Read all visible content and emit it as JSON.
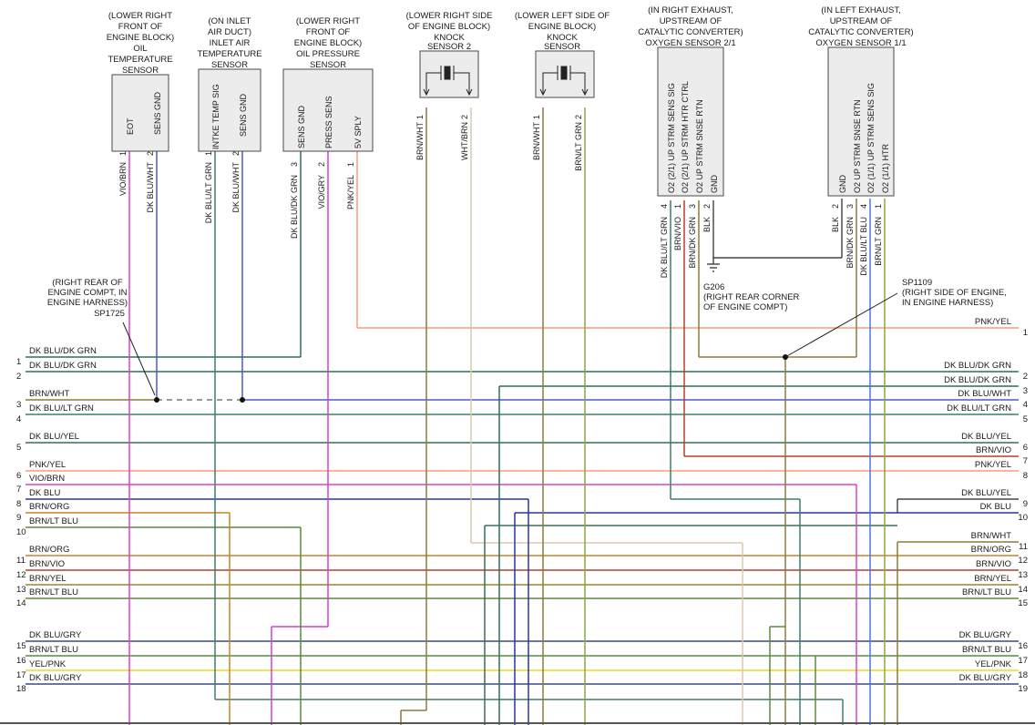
{
  "colors": {
    "DK_BLU_DK_GRN": "#2f6f5f",
    "DK_BLU_LT_GRN": "#3c7f6e",
    "BRN_WHT": "#8c7a3c",
    "DK_BLU_YEL": "#3a6e55",
    "PNK_YEL": "#ff9a7a",
    "VIO_BRN": "#e040c8",
    "DK_BLU": "#2a35a0",
    "BRN_ORG": "#c8832a",
    "BRN_LT_BLU": "#5a8a3c",
    "BRN_VIO": "#b5402a",
    "BRN_YEL": "#9a8a2a",
    "DK_BLU_GRY": "#3a4a7a",
    "YEL_PNK": "#f0e040",
    "DK_BLU_WHT": "#4a5ac8",
    "BRN_LT_GRN": "#8aaa3c",
    "BLK": "#222222",
    "WHT_BRN": "#d8c8b0",
    "VIO_GRY": "#d040d0",
    "GND_GRAY": "#9a9a9a"
  },
  "components": {
    "oil_temp": {
      "desc1": "(LOWER RIGHT",
      "desc2": "FRONT OF",
      "desc3": "ENGINE BLOCK)",
      "name1": "OIL",
      "name2": "TEMPERATURE",
      "name3": "SENSOR",
      "pin1_name": "EOT",
      "pin2_name": "SENS GND",
      "pin1_num": "1",
      "pin2_num": "2",
      "wire1": "VIO/BRN",
      "wire2": "DK BLU/WHT"
    },
    "intake_air": {
      "desc1": "(ON INLET",
      "desc2": "AIR DUCT)",
      "name1": "INLET AIR",
      "name2": "TEMPERATURE",
      "name3": "SENSOR",
      "pin1_name": "INTKE TEMP SIG",
      "pin2_name": "SENS GND",
      "pin1_num": "1",
      "pin2_num": "2",
      "wire1": "DK BLU/LT GRN",
      "wire2": "DK BLU/WHT"
    },
    "oil_pressure": {
      "desc1": "(LOWER RIGHT",
      "desc2": "FRONT OF",
      "desc3": "ENGINE BLOCK)",
      "name1": "OIL PRESSURE",
      "name2": "SENSOR",
      "pin3_name": "SENS GND",
      "pin2_name": "PRESS SENS",
      "pin1_name": "5V SPLY",
      "pin3_num": "3",
      "pin2_num": "2",
      "pin1_num": "1",
      "wire3": "DK BLU/DK GRN",
      "wire2": "VIO/GRY",
      "wire1": "PNK/YEL"
    },
    "knock2": {
      "desc1": "(LOWER RIGHT SIDE",
      "desc2": "OF ENGINE BLOCK)",
      "name1": "KNOCK",
      "name2": "SENSOR 2",
      "pin1_num": "1",
      "pin2_num": "2",
      "wire1": "BRN/WHT",
      "wire2": "WHT/BRN"
    },
    "knock1": {
      "desc1": "(LOWER LEFT SIDE OF",
      "desc2": "ENGINE BLOCK)",
      "name1": "KNOCK",
      "name2": "SENSOR",
      "pin1_num": "1",
      "pin2_num": "2",
      "wire1": "BRN/WHT",
      "wire2": "BRN/LT GRN"
    },
    "o2_21": {
      "desc1": "(IN RIGHT EXHAUST,",
      "desc2": "UPSTREAM OF",
      "desc3": "CATALYTIC CONVERTER)",
      "name1": "OXYGEN SENSOR 2/1",
      "pin_names": [
        "O2 (2/1) UP STRM SENS SIG",
        "O2 (2/1) UP STRM HTR CTRL",
        "O2 UP STRM SNSE RTN",
        "GND"
      ],
      "pin_nums": [
        "4",
        "1",
        "3",
        "2"
      ],
      "wires": [
        "DK BLU/LT GRN",
        "BRN/VIO",
        "BRN/DK GRN",
        "BLK"
      ]
    },
    "o2_11": {
      "desc1": "(IN LEFT EXHAUST,",
      "desc2": "UPSTREAM OF",
      "desc3": "CATALYTIC CONVERTER)",
      "name1": "OXYGEN SENSOR 1/1",
      "pin_names": [
        "GND",
        "O2 UP STRM SNSE RTN",
        "O2 (1/1) UP STRM SENS SIG",
        "O2 (1/1) HTR"
      ],
      "pin_nums": [
        "2",
        "3",
        "4",
        "1"
      ],
      "wires": [
        "BLK",
        "BRN/DK GRN",
        "DK BLU/LT BLU",
        "BRN/LT GRN"
      ]
    }
  },
  "splices": {
    "sp1725": {
      "l1": "(RIGHT REAR OF",
      "l2": "ENGINE COMPT, IN",
      "l3": "ENGINE HARNESS)",
      "l4": "SP1725"
    },
    "sp1109": {
      "l1": "SP1109",
      "l2": "(RIGHT SIDE OF ENGINE,",
      "l3": "IN ENGINE HARNESS)"
    },
    "g206": {
      "l1": "G206",
      "l2": "(RIGHT REAR CORNER",
      "l3": "OF ENGINE COMPT)"
    }
  },
  "left_wires": [
    {
      "num": "1",
      "label": "DK BLU/DK GRN"
    },
    {
      "num": "2",
      "label": "DK BLU/DK GRN"
    },
    {
      "num": "3",
      "label": "BRN/WHT"
    },
    {
      "num": "4",
      "label": "DK BLU/LT GRN"
    },
    {
      "num": "5",
      "label": "DK BLU/YEL"
    },
    {
      "num": "6",
      "label": "PNK/YEL"
    },
    {
      "num": "7",
      "label": "VIO/BRN"
    },
    {
      "num": "8",
      "label": "DK BLU"
    },
    {
      "num": "9",
      "label": "BRN/ORG"
    },
    {
      "num": "10",
      "label": "BRN/LT BLU"
    },
    {
      "num": "11",
      "label": "BRN/ORG"
    },
    {
      "num": "12",
      "label": "BRN/VIO"
    },
    {
      "num": "13",
      "label": "BRN/YEL"
    },
    {
      "num": "14",
      "label": "BRN/LT BLU"
    },
    {
      "num": "15",
      "label": "DK BLU/GRY"
    },
    {
      "num": "16",
      "label": "BRN/LT BLU"
    },
    {
      "num": "17",
      "label": "YEL/PNK"
    },
    {
      "num": "18",
      "label": "DK BLU/GRY"
    }
  ],
  "right_wires": [
    {
      "num": "1",
      "label": "PNK/YEL"
    },
    {
      "num": "2",
      "label": "DK BLU/DK GRN"
    },
    {
      "num": "3",
      "label": "DK BLU/DK GRN"
    },
    {
      "num": "4",
      "label": "DK BLU/WHT"
    },
    {
      "num": "5",
      "label": "DK BLU/LT GRN"
    },
    {
      "num": "6",
      "label": "DK BLU/YEL"
    },
    {
      "num": "7",
      "label": "BRN/VIO"
    },
    {
      "num": "8",
      "label": "PNK/YEL"
    },
    {
      "num": "9",
      "label": "DK BLU/YEL"
    },
    {
      "num": "10",
      "label": "DK BLU"
    },
    {
      "num": "11",
      "label": "BRN/WHT"
    },
    {
      "num": "12",
      "label": "BRN/ORG"
    },
    {
      "num": "13",
      "label": "BRN/VIO"
    },
    {
      "num": "14",
      "label": "BRN/YEL"
    },
    {
      "num": "15",
      "label": "BRN/LT BLU"
    },
    {
      "num": "16",
      "label": "DK BLU/GRY"
    },
    {
      "num": "17",
      "label": "BRN/LT BLU"
    },
    {
      "num": "18",
      "label": "YEL/PNK"
    },
    {
      "num": "19",
      "label": "DK BLU/GRY"
    }
  ]
}
